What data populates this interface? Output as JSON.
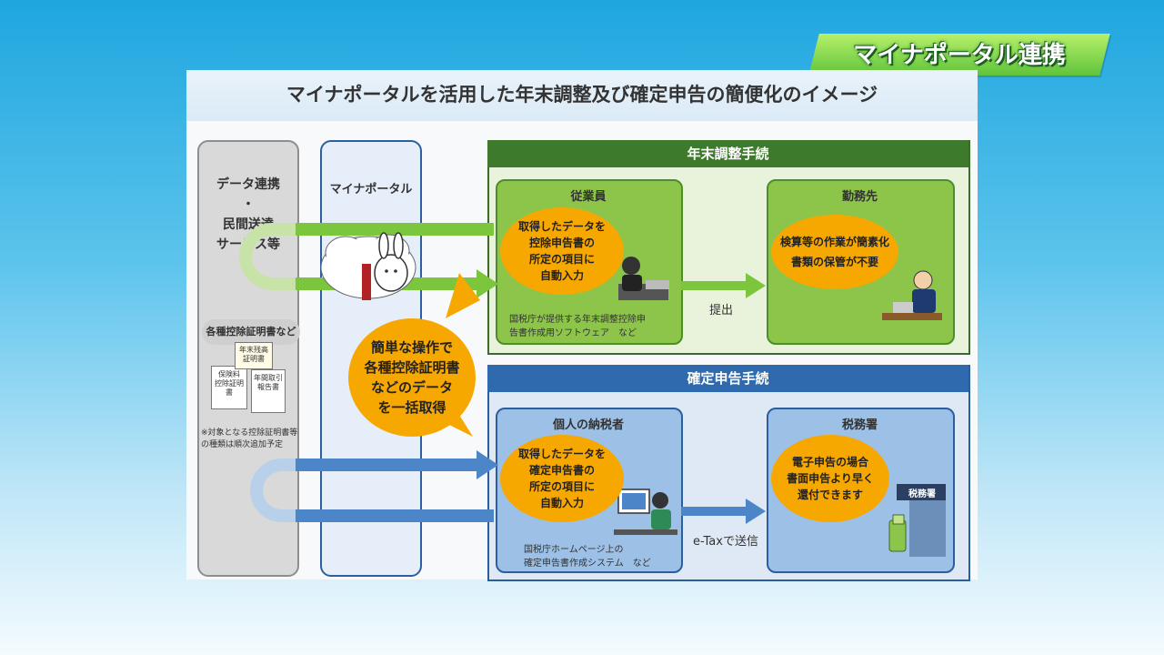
{
  "banner": {
    "label": "マイナポータル連携"
  },
  "diagram": {
    "title": "マイナポータルを活用した年末調整及び確定申告の簡便化のイメージ",
    "col_left": {
      "label": "データ連携\n・\n民間送達\nサービス等"
    },
    "col_mid": {
      "label": "マイナポータル"
    },
    "certificates": {
      "cloud": "各種控除証明書など",
      "doc1": "年末残高\n証明書",
      "doc2": "保険料\n控除証明書",
      "doc3": "年間取引\n報告書",
      "footnote": "※対象となる控除証明書等\nの種類は順次追加予定"
    },
    "center_bubble": "簡単な操作で\n各種控除証明書\nなどのデータ\nを一括取得",
    "year_end": {
      "header": "年末調整手続",
      "employee": {
        "label": "従業員",
        "bubble": "取得したデータを\n控除申告書の\n所定の項目に\n自動入力",
        "note": "国税庁が提供する年末調整控除申\n告書作成用ソフトウェア　など"
      },
      "submit": "提出",
      "employer": {
        "label": "勤務先",
        "bubble": "検算等の作業が簡素化\n書類の保管が不要"
      }
    },
    "tax_return": {
      "header": "確定申告手続",
      "taxpayer": {
        "label": "個人の納税者",
        "bubble": "取得したデータを\n確定申告書の\n所定の項目に\n自動入力",
        "note": "国税庁ホームページ上の\n確定申告書作成システム　など"
      },
      "send": "e-Taxで送信",
      "office": {
        "label": "税務署",
        "bubble": "電子申告の場合\n書面申告より早く\n還付できます",
        "sign": "税務署"
      }
    }
  },
  "colors": {
    "green_arrow": "#7cc63e",
    "blue_arrow": "#4d86c8",
    "bubble": "#f7a800"
  }
}
